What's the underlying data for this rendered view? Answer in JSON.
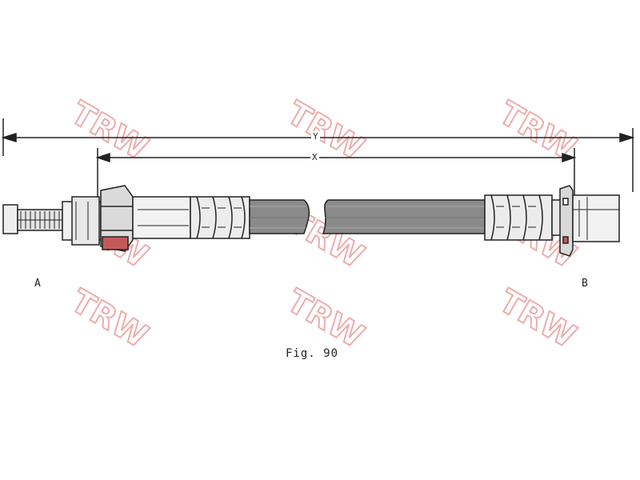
{
  "labels": {
    "end_a": "A",
    "end_b": "B",
    "dim_y": "Y",
    "dim_x": "X",
    "caption": "Fig. 90"
  },
  "watermark": {
    "text": "TRW",
    "color": "#e06a6a"
  },
  "colors": {
    "line": "#222222",
    "hose": "#8a8a8a",
    "fitting": "#dcdcdc"
  }
}
